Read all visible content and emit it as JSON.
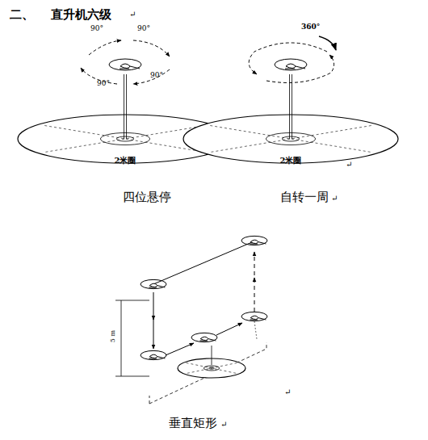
{
  "diagram": {
    "title": "二、    直升机六级",
    "labels": [
      "90°",
      "90°",
      "90°",
      "90°",
      "2米圈",
      "360°",
      "2米圈",
      "四位悬停",
      "自转一周",
      "↵",
      "↵",
      "5 m",
      "垂直矩形",
      "↵",
      "↵",
      "↵"
    ]
  }
}
